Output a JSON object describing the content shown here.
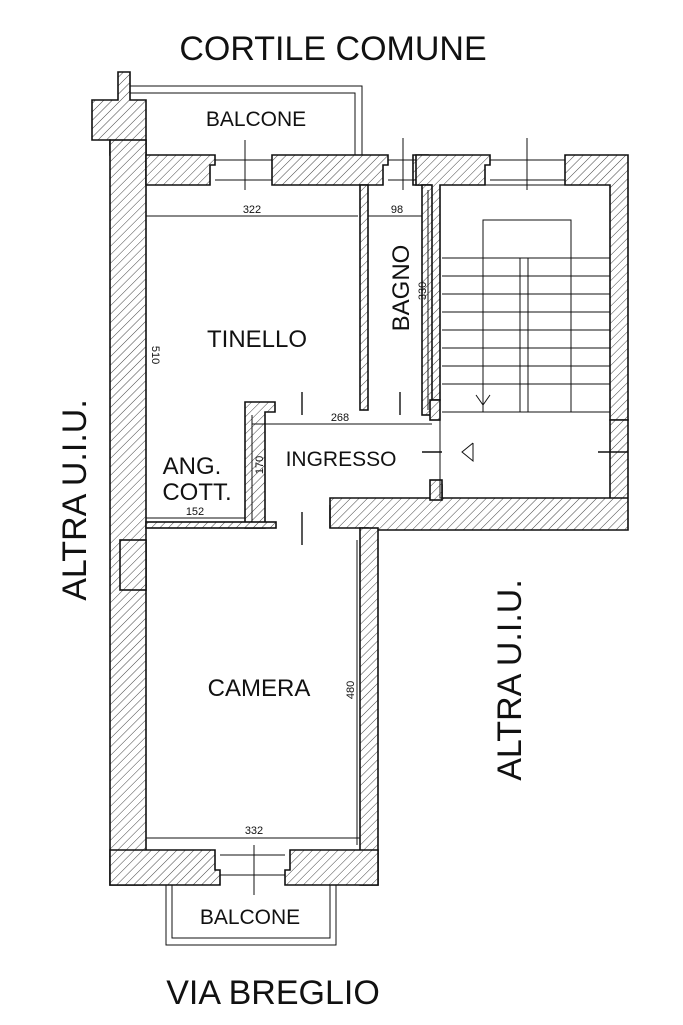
{
  "plan": {
    "top_label": "CORTILE COMUNE",
    "bottom_label": "VIA BREGLIO",
    "left_label": "ALTRA U.I.U.",
    "right_label": "ALTRA U.I.U.",
    "rooms": {
      "balcone_top": "BALCONE",
      "tinello": "TINELLO",
      "bagno": "BAGNO",
      "ang_cott_line1": "ANG.",
      "ang_cott_line2": "COTT.",
      "ingresso": "INGRESSO",
      "camera": "CAMERA",
      "balcone_bottom": "BALCONE"
    },
    "dimensions": {
      "tinello_width": "322",
      "tinello_height": "510",
      "bagno_width": "98",
      "bagno_height": "330",
      "ingresso_width": "268",
      "ingresso_height": "170",
      "ang_cott_width": "152",
      "camera_height": "480",
      "camera_width": "332"
    }
  }
}
